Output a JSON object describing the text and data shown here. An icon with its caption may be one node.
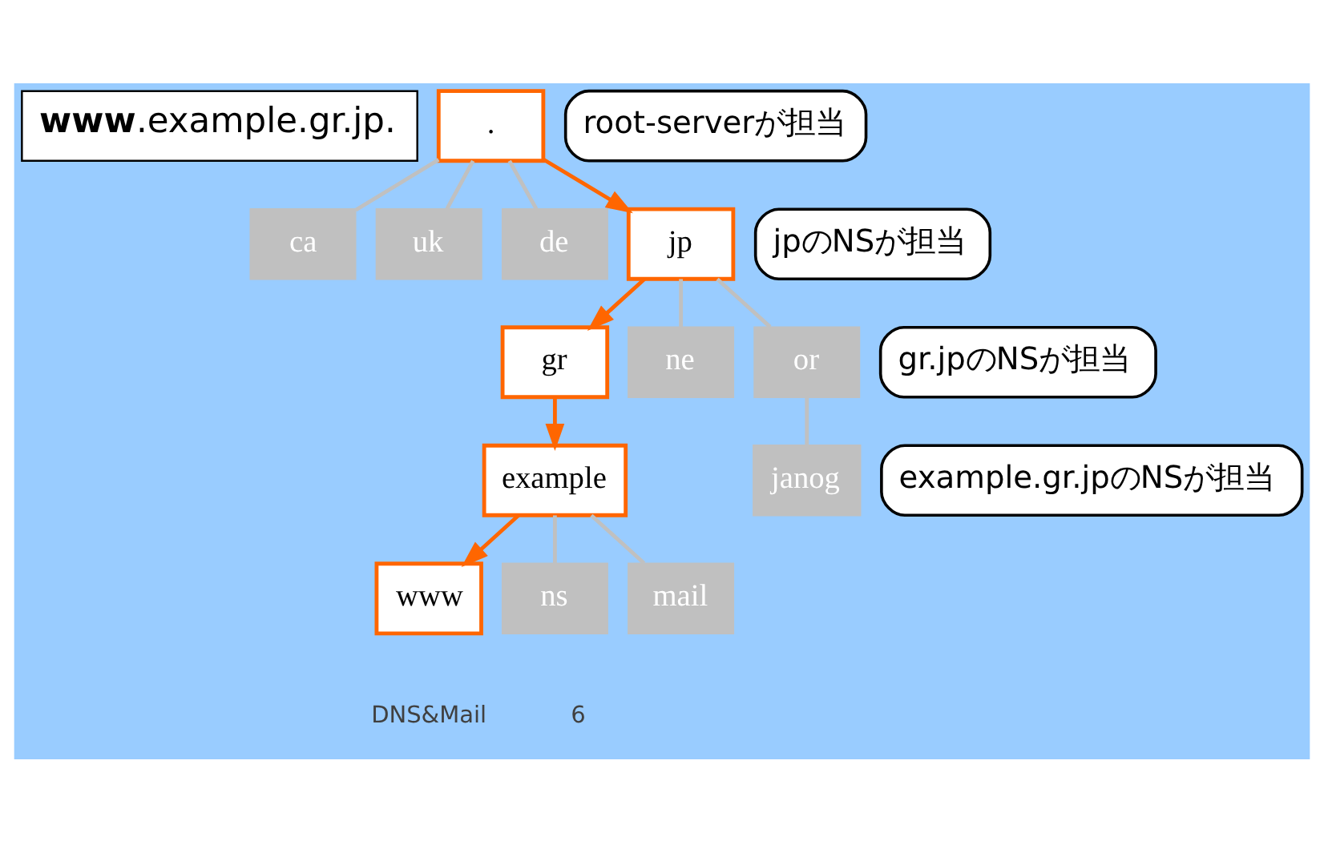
{
  "diagram": {
    "nodes": [
      {
        "text": [
          "**www**.example.gr.jp."
        ]
      },
      {
        "text": [
          "."
        ]
      },
      {
        "text": [
          "root-serverが担当"
        ]
      },
      {
        "text": [
          "ca"
        ]
      },
      {
        "text": [
          "uk"
        ]
      },
      {
        "text": [
          "de"
        ]
      },
      {
        "text": [
          "jp"
        ]
      },
      {
        "text": [
          "jpのNSが担当"
        ]
      },
      {
        "text": [
          "gr.jpのNSが担当"
        ]
      },
      {
        "text": [
          "gr"
        ]
      },
      {
        "text": [
          "ne"
        ]
      },
      {
        "text": [
          "or"
        ]
      },
      {
        "text": [
          "example.gr.jpのNSが担当"
        ]
      },
      {
        "text": [
          "example"
        ]
      },
      {
        "text": [
          "janog"
        ]
      },
      {
        "text": [
          "www"
        ]
      },
      {
        "text": [
          "ns"
        ]
      },
      {
        "text": [
          "mail"
        ]
      }
    ],
    "edges": [
      {
        "from": 1,
        "to": 3,
        "arrow": "none"
      },
      {
        "from": 1,
        "to": 4,
        "arrow": "none"
      },
      {
        "from": 1,
        "to": 5,
        "arrow": "none"
      },
      {
        "from": 1,
        "to": 6,
        "arrow": "to",
        "color": "#ff6600"
      },
      {
        "from": 6,
        "to": 9,
        "arrow": "to",
        "color": "#ff6600"
      },
      {
        "from": 6,
        "to": 10,
        "arrow": "none"
      },
      {
        "from": 6,
        "to": 11,
        "arrow": "none"
      },
      {
        "from": 9,
        "to": 13,
        "arrow": "to",
        "color": "#ff6600"
      },
      {
        "from": 11,
        "to": 14,
        "arrow": "none"
      },
      {
        "from": 13,
        "to": 15,
        "arrow": "to",
        "color": "#ff6600"
      },
      {
        "from": 13,
        "to": 16,
        "arrow": "none"
      },
      {
        "from": 13,
        "to": 17,
        "arrow": "none"
      }
    ],
    "labels": [
      "DNS&Mail",
      "6"
    ]
  }
}
